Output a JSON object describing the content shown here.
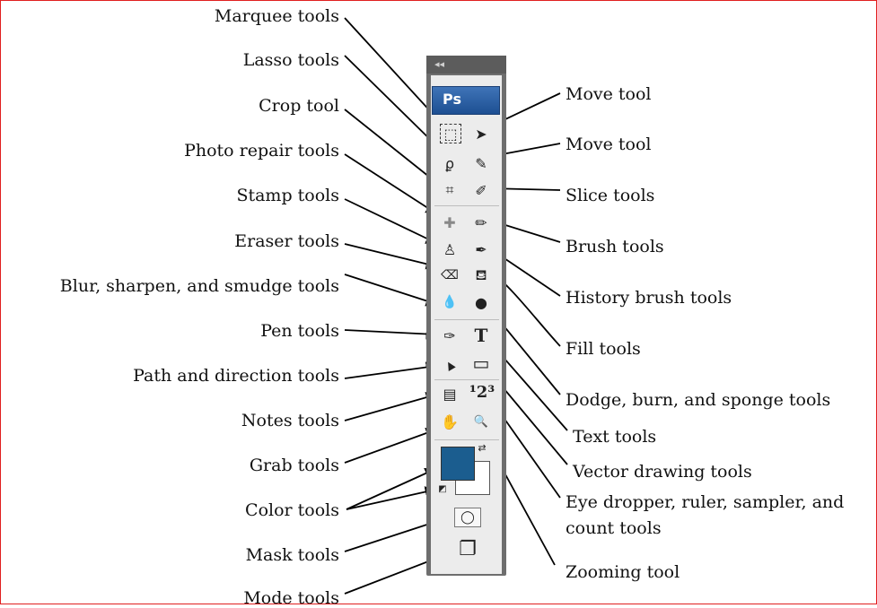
{
  "palette": {
    "badge": "Ps",
    "collapse_glyph": "◂◂",
    "foreground_color": "#1b5d8f",
    "background_color": "#ffffff"
  },
  "labels_left": [
    {
      "id": "marquee",
      "text": "Marquee tools"
    },
    {
      "id": "lasso",
      "text": "Lasso tools"
    },
    {
      "id": "crop",
      "text": "Crop tool"
    },
    {
      "id": "photo-repair",
      "text": "Photo repair tools"
    },
    {
      "id": "stamp",
      "text": "Stamp tools"
    },
    {
      "id": "eraser",
      "text": "Eraser tools"
    },
    {
      "id": "blur",
      "text": "Blur, sharpen, and smudge tools"
    },
    {
      "id": "pen",
      "text": "Pen tools"
    },
    {
      "id": "path",
      "text": "Path and direction tools"
    },
    {
      "id": "notes",
      "text": "Notes tools"
    },
    {
      "id": "grab",
      "text": "Grab tools"
    },
    {
      "id": "color",
      "text": "Color tools"
    },
    {
      "id": "mask",
      "text": "Mask tools"
    },
    {
      "id": "mode",
      "text": "Mode tools"
    }
  ],
  "labels_right": [
    {
      "id": "move-1",
      "text": "Move tool"
    },
    {
      "id": "move-2",
      "text": "Move tool"
    },
    {
      "id": "slice",
      "text": "Slice tools"
    },
    {
      "id": "brush",
      "text": "Brush tools"
    },
    {
      "id": "history-brush",
      "text": "History brush tools"
    },
    {
      "id": "fill",
      "text": "Fill tools"
    },
    {
      "id": "dodge",
      "text": "Dodge, burn, and sponge tools"
    },
    {
      "id": "text",
      "text": "Text tools"
    },
    {
      "id": "vector",
      "text": "Vector drawing tools"
    },
    {
      "id": "eyedropper-1",
      "text": "Eye dropper, ruler, sampler, and"
    },
    {
      "id": "eyedropper-2",
      "text": "count tools"
    },
    {
      "id": "zoom",
      "text": "Zooming tool"
    }
  ],
  "tools": [
    {
      "name": "marquee-tool-icon",
      "glyph": "⬚"
    },
    {
      "name": "move-tool-icon",
      "glyph": "➤"
    },
    {
      "name": "lasso-tool-icon",
      "glyph": "ϼ"
    },
    {
      "name": "quick-selection-tool-icon",
      "glyph": "✎"
    },
    {
      "name": "crop-tool-icon",
      "glyph": "⌗"
    },
    {
      "name": "slice-tool-icon",
      "glyph": "✐"
    },
    {
      "name": "healing-brush-tool-icon",
      "glyph": "✚"
    },
    {
      "name": "brush-tool-icon",
      "glyph": "✏"
    },
    {
      "name": "stamp-tool-icon",
      "glyph": "♙"
    },
    {
      "name": "history-brush-tool-icon",
      "glyph": "✒"
    },
    {
      "name": "eraser-tool-icon",
      "glyph": "⌫"
    },
    {
      "name": "fill-tool-icon",
      "glyph": "⛾"
    },
    {
      "name": "blur-tool-icon",
      "glyph": "💧"
    },
    {
      "name": "dodge-tool-icon",
      "glyph": "●"
    },
    {
      "name": "pen-tool-icon",
      "glyph": "✑"
    },
    {
      "name": "type-tool-icon",
      "glyph": "T"
    },
    {
      "name": "path-selection-tool-icon",
      "glyph": "▲"
    },
    {
      "name": "shape-tool-icon",
      "glyph": "▭"
    },
    {
      "name": "notes-tool-icon",
      "glyph": "▤"
    },
    {
      "name": "count-tool-icon",
      "glyph": "¹2³"
    },
    {
      "name": "hand-tool-icon",
      "glyph": "✋"
    },
    {
      "name": "zoom-tool-icon",
      "glyph": "🔍"
    },
    {
      "name": "quick-mask-icon",
      "glyph": "◯"
    },
    {
      "name": "screen-mode-icon",
      "glyph": "❐"
    }
  ]
}
